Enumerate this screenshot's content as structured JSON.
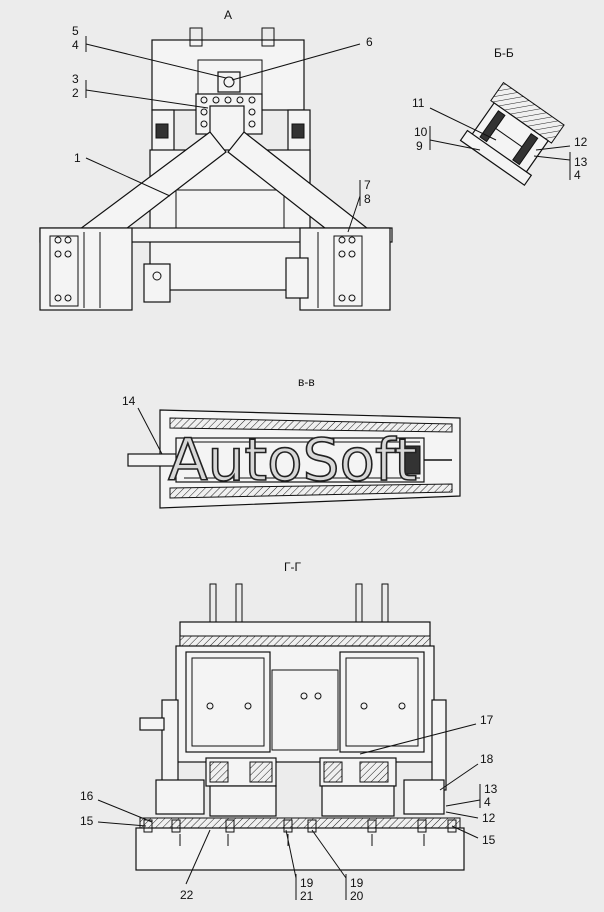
{
  "views": {
    "a": "А",
    "bb": "Б-Б",
    "vv": "в-в",
    "gg": "Г-Г"
  },
  "watermark": "AutoSoft",
  "labels": {
    "a_5": "5",
    "a_4": "4",
    "a_6": "6",
    "a_3": "3",
    "a_2": "2",
    "a_1": "1",
    "a_7": "7",
    "a_8": "8",
    "b_11": "11",
    "b_10": "10",
    "b_9": "9",
    "b_12": "12",
    "b_13": "13",
    "b_4": "4",
    "v_14": "14",
    "g_17": "17",
    "g_18": "18",
    "g_16": "16",
    "g_15l": "15",
    "g_13": "13",
    "g_4": "4",
    "g_12": "12",
    "g_15r": "15",
    "g_22": "22",
    "g_19a": "19",
    "g_21": "21",
    "g_19b": "19",
    "g_20": "20"
  }
}
